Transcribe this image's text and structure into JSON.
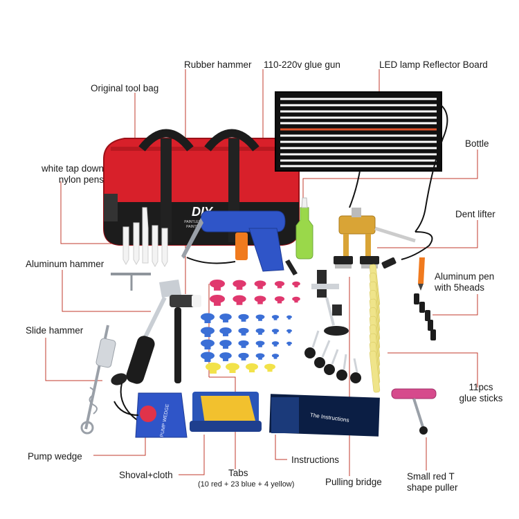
{
  "labels": {
    "rubber_hammer": "Rubber hammer",
    "glue_gun": "110-220v glue gun",
    "led_board": "LED lamp Reflector Board",
    "tool_bag": "Original tool bag",
    "bottle": "Bottle",
    "nylon_pens_1": "white tap down",
    "nylon_pens_2": "nylon pens",
    "dent_lifter": "Dent lifter",
    "aluminum_hammer": "Aluminum hammer",
    "aluminum_pen_1": "Aluminum pen",
    "aluminum_pen_2": "with 5heads",
    "slide_hammer": "Slide hammer",
    "glue_sticks_1": "11pcs",
    "glue_sticks_2": "glue sticks",
    "pump_wedge": "Pump wedge",
    "instructions": "Instructions",
    "shovel_cloth": "Shoval+cloth",
    "tabs": "Tabs",
    "tabs_detail": "(10 red + 23 blue + 4 yellow)",
    "pulling_bridge": "Pulling bridge",
    "t_puller_1": "Small red T",
    "t_puller_2": "shape puller"
  },
  "product_text": {
    "bag_brand": "DIY",
    "bag_sub_1": "PAINTLESS DENT REMOVAL",
    "bag_sub_2": "PAINTLESS DENT REPAIR",
    "wedge_brand": "PUMP WEDGE",
    "manual_title": "The Instructions"
  },
  "counts": {
    "red_tabs": 10,
    "blue_tabs": 23,
    "yellow_tabs": 4,
    "glue_sticks": 11
  },
  "colors": {
    "bag_red": "#d8202a",
    "bag_black": "#1c1c1c",
    "glue_gun_blue": "#2f55c8",
    "tab_red": "#e0386e",
    "tab_blue": "#3b6fd6",
    "tab_yellow": "#f2e24a",
    "glue_stick": "#efe48a",
    "dent_lifter_gold": "#d9a436",
    "bottle_green": "#9ad84a",
    "leader_line": "#c0392b"
  }
}
